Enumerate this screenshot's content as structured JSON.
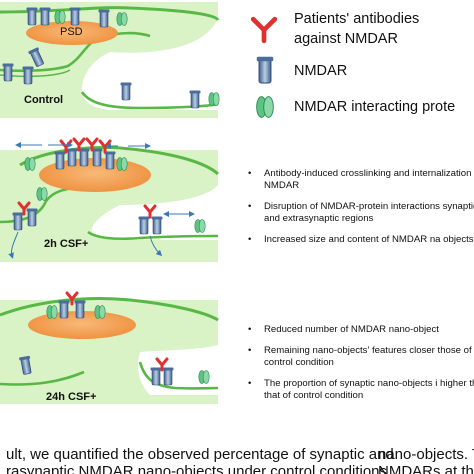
{
  "legend": {
    "antibody_label": "Patients' antibodies against NMDAR",
    "antibody_line1": "Patients' antibodies",
    "antibody_line2": "against NMDAR",
    "nmdar_label": "NMDAR",
    "interacting_label": "NMDAR interacting prote"
  },
  "panels": [
    {
      "label": "Control",
      "psd_label": "PSD",
      "bullets": []
    },
    {
      "label": "2h CSF+",
      "bullets": [
        "Antibody-induced crosslinking and internalization of NMDAR",
        "Disruption of NMDAR-protein interactions synaptic and extrasynaptic regions",
        "Increased size and content of NMDAR na objects"
      ]
    },
    {
      "label": "24h CSF+",
      "bullets": [
        "Reduced number of NMDAR nano-object",
        "Remaining nano-objects' features closer those of control condition",
        "The proportion of synaptic nano-objects i higher than that of control condition"
      ]
    }
  ],
  "caption": {
    "left_line1": "ult, we quantified the observed percentage of synaptic and",
    "left_line2": "rasynaptic NMDAR nano-objects under control conditions",
    "right_line1": "nano-objects. T",
    "right_line2": "NMDARs at th"
  },
  "colors": {
    "membrane_fill": "#d9f2c6",
    "membrane_stroke": "#58b845",
    "psd": "#f5a55a",
    "antibody": "#e03030",
    "nmdar": "#5d7fae",
    "interacting": "#59c080"
  }
}
